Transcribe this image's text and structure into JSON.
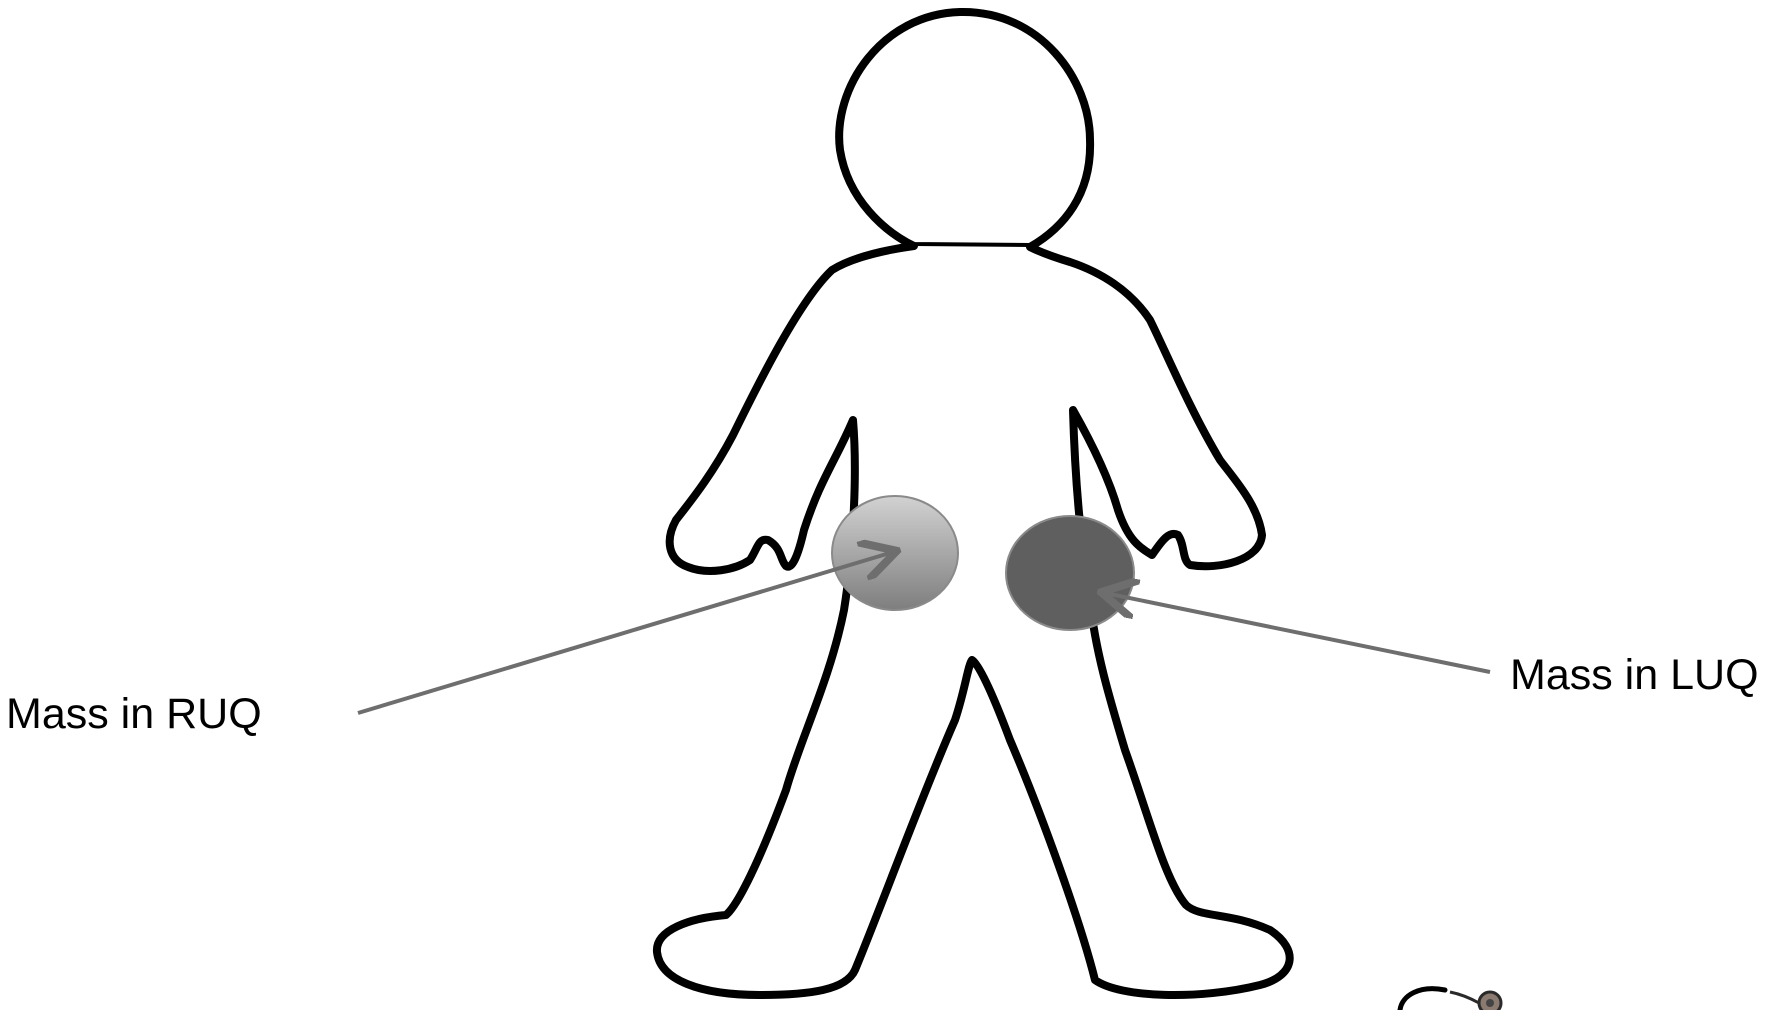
{
  "labels": {
    "left_mass": "Mass in RUQ",
    "right_mass": "Mass in LUQ"
  },
  "masses": [
    {
      "name": "RUQ mass",
      "fill_top": "#d2d2d2",
      "fill_bottom": "#7e7e7e"
    },
    {
      "name": "LUQ mass",
      "fill": "#5f5f5f"
    }
  ],
  "colors": {
    "outline": "#000000",
    "arrow": "#6e6e6e",
    "mass_border": "#8a8a8a"
  },
  "icons": [
    "body-outline",
    "stethoscope-icon"
  ]
}
